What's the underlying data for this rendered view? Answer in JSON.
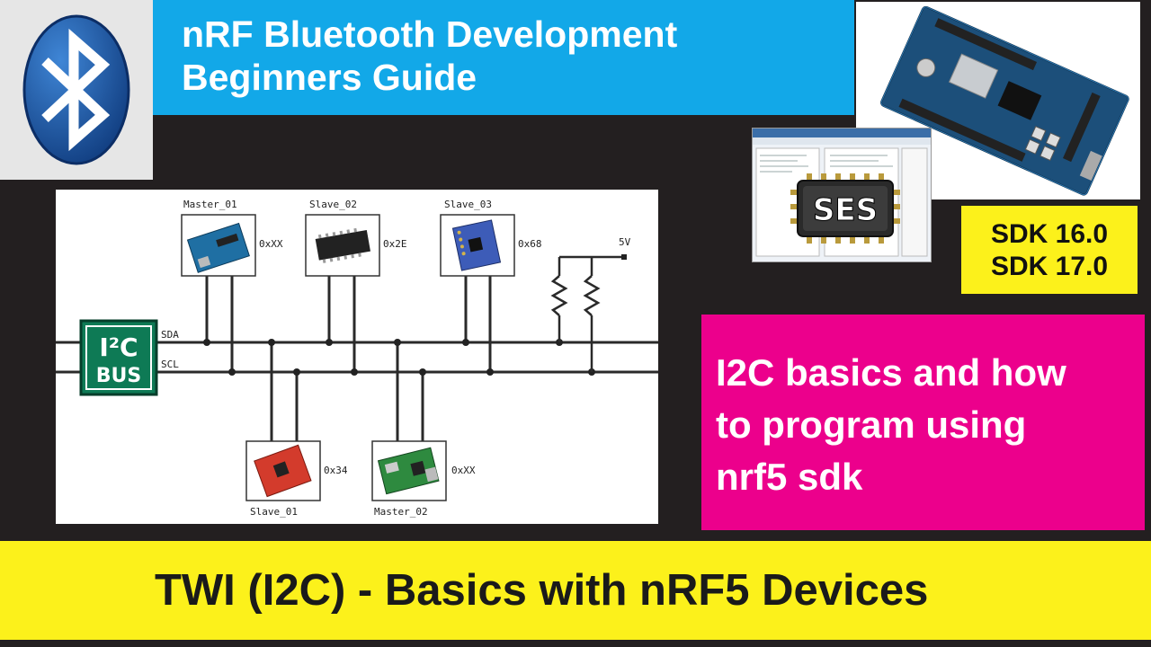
{
  "header": {
    "title_line1": "nRF Bluetooth Development",
    "title_line2": "Beginners Guide"
  },
  "sdk": {
    "line1": "SDK 16.0",
    "line2": "SDK 17.0"
  },
  "ses_chip": {
    "label": "SES"
  },
  "diagram": {
    "bus_label_line1": "I²C",
    "bus_label_line2": "BUS",
    "sda_label": "SDA",
    "scl_label": "SCL",
    "voltage_label": "5V",
    "devices": {
      "master_01": {
        "name": "Master_01",
        "address": "0xXX"
      },
      "slave_02": {
        "name": "Slave_02",
        "address": "0x2E"
      },
      "slave_03": {
        "name": "Slave_03",
        "address": "0x68"
      },
      "slave_01": {
        "name": "Slave_01",
        "address": "0x34"
      },
      "master_02": {
        "name": "Master_02",
        "address": "0xXX"
      }
    }
  },
  "pink_box": {
    "line1": "I2C basics and how",
    "line2": "to program using",
    "line3": "nrf5 sdk"
  },
  "footer": {
    "title": "TWI (I2C) - Basics with nRF5 Devices"
  },
  "colors": {
    "background": "#231f20",
    "title_blue": "#12a8e8",
    "yellow": "#fcf11b",
    "pink": "#ec008c",
    "bluetooth_blue": "#1b5cab",
    "bus_green": "#0e7a55"
  }
}
